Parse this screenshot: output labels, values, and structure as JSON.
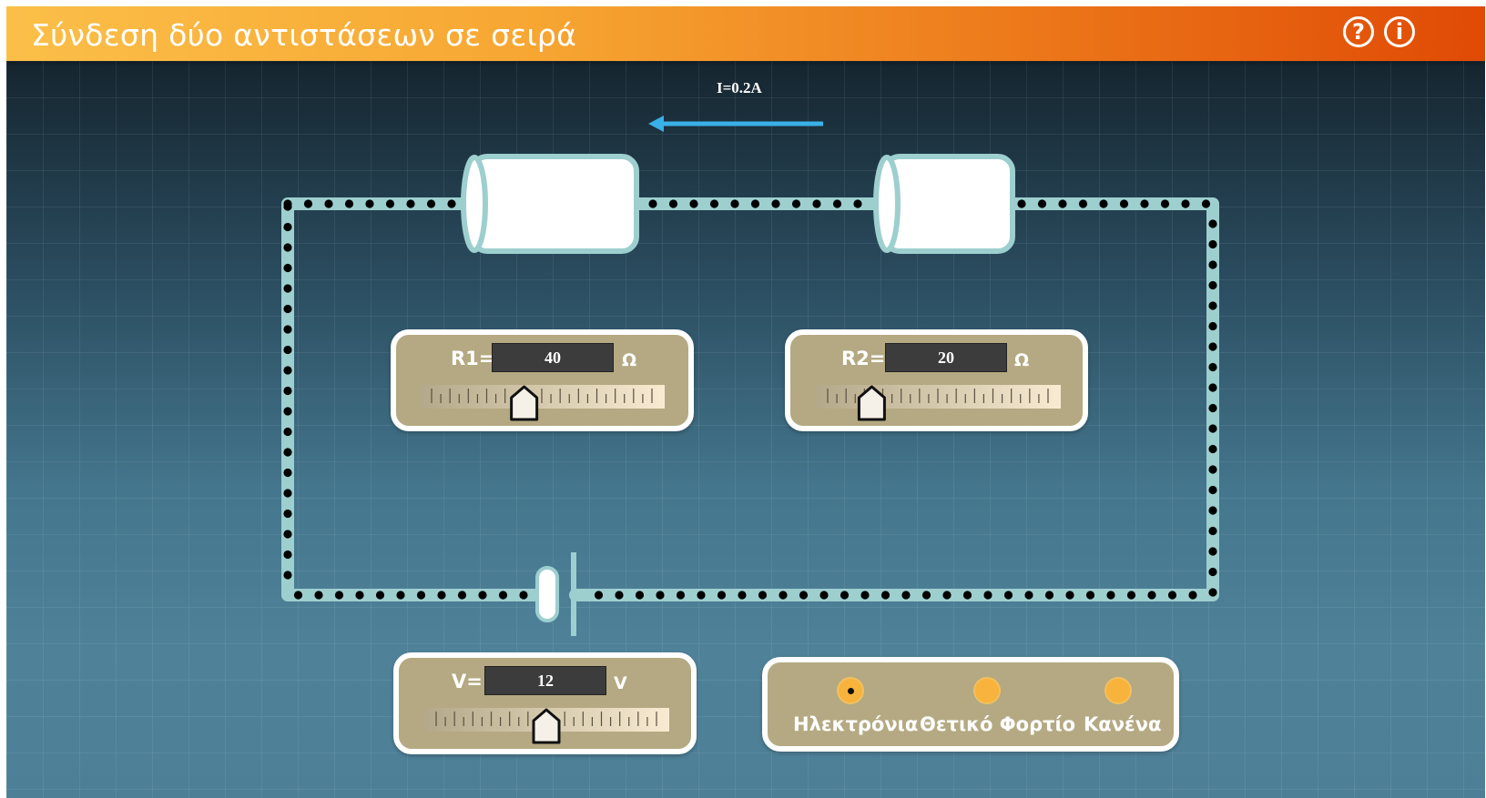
{
  "header": {
    "title": "Σύνδεση δύο αντιστάσεων σε σειρά",
    "help_icon": "help-icon",
    "info_icon": "info-icon",
    "help_glyph": "?",
    "info_glyph": "i"
  },
  "circuit": {
    "current_label": "I=0.2A",
    "current_arrow_color": "#3ab0e8",
    "wire_color": "#9ecfcf"
  },
  "controls": {
    "r1": {
      "label": "R1=",
      "value": "40",
      "unit": "Ω",
      "slider_fraction": 0.42
    },
    "r2": {
      "label": "R2=",
      "value": "20",
      "unit": "Ω",
      "slider_fraction": 0.2
    },
    "v": {
      "label": "V=",
      "value": "12",
      "unit": "V",
      "slider_fraction": 0.5
    }
  },
  "charge_display": {
    "options": [
      {
        "label": "Ηλεκτρόνια",
        "selected": true
      },
      {
        "label": "Θετικό Φορτίο",
        "selected": false
      },
      {
        "label": "Κανένα",
        "selected": false
      }
    ]
  },
  "colors": {
    "panel_bg": "#b4a982",
    "title_gradient_start": "#fbbf48",
    "title_gradient_end": "#e04a05",
    "radio_color": "#f8b33c"
  }
}
